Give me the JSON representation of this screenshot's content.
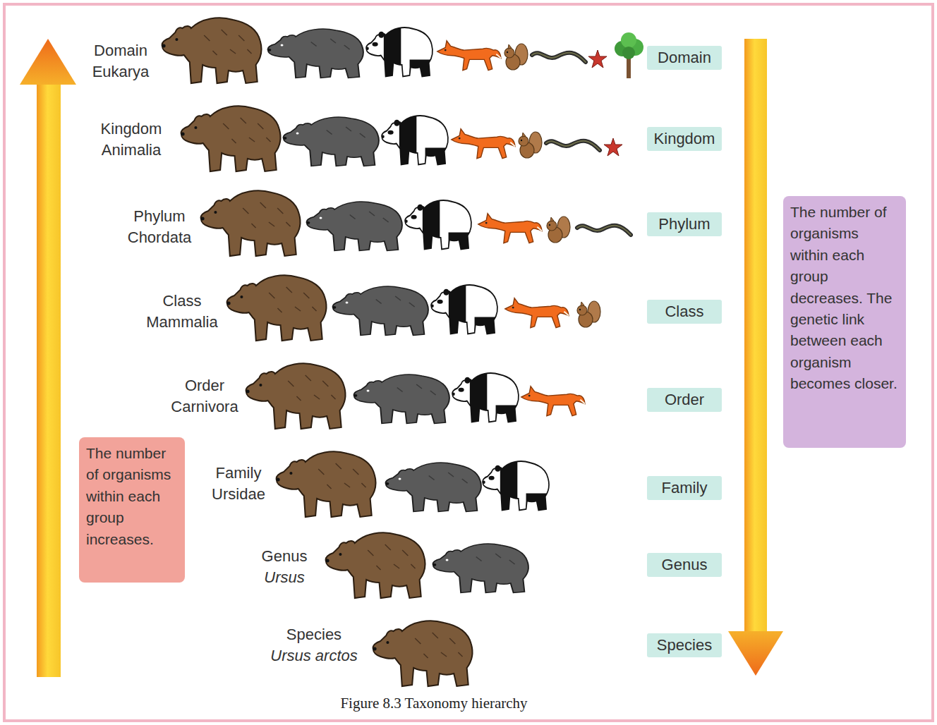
{
  "diagram": {
    "caption": "Figure 8.3 Taxonomy hierarchy",
    "nodes": [
      {
        "text": [
          "Domain"
        ]
      },
      {
        "text": [
          "Kingdom"
        ]
      },
      {
        "text": [
          "Phylum"
        ]
      },
      {
        "text": [
          "Class"
        ]
      },
      {
        "text": [
          "Order"
        ]
      },
      {
        "text": [
          "Family"
        ]
      },
      {
        "text": [
          "Genus"
        ]
      },
      {
        "text": [
          "Species"
        ]
      },
      {
        "text": [
          "The number of organisms within each group decreases. The genetic link between each organism becomes closer."
        ]
      },
      {
        "text": [
          "The number of organisms within each group increases."
        ]
      }
    ],
    "labels": [
      "Domain",
      "Eukarya",
      "Kingdom",
      "Animalia",
      "Phylum",
      "Chordata",
      "Class",
      "Mammalia",
      "Order",
      "Carnivora",
      "Family",
      "Ursidae",
      "Genus",
      "Ursus",
      "Species",
      "Ursus arctos"
    ]
  }
}
